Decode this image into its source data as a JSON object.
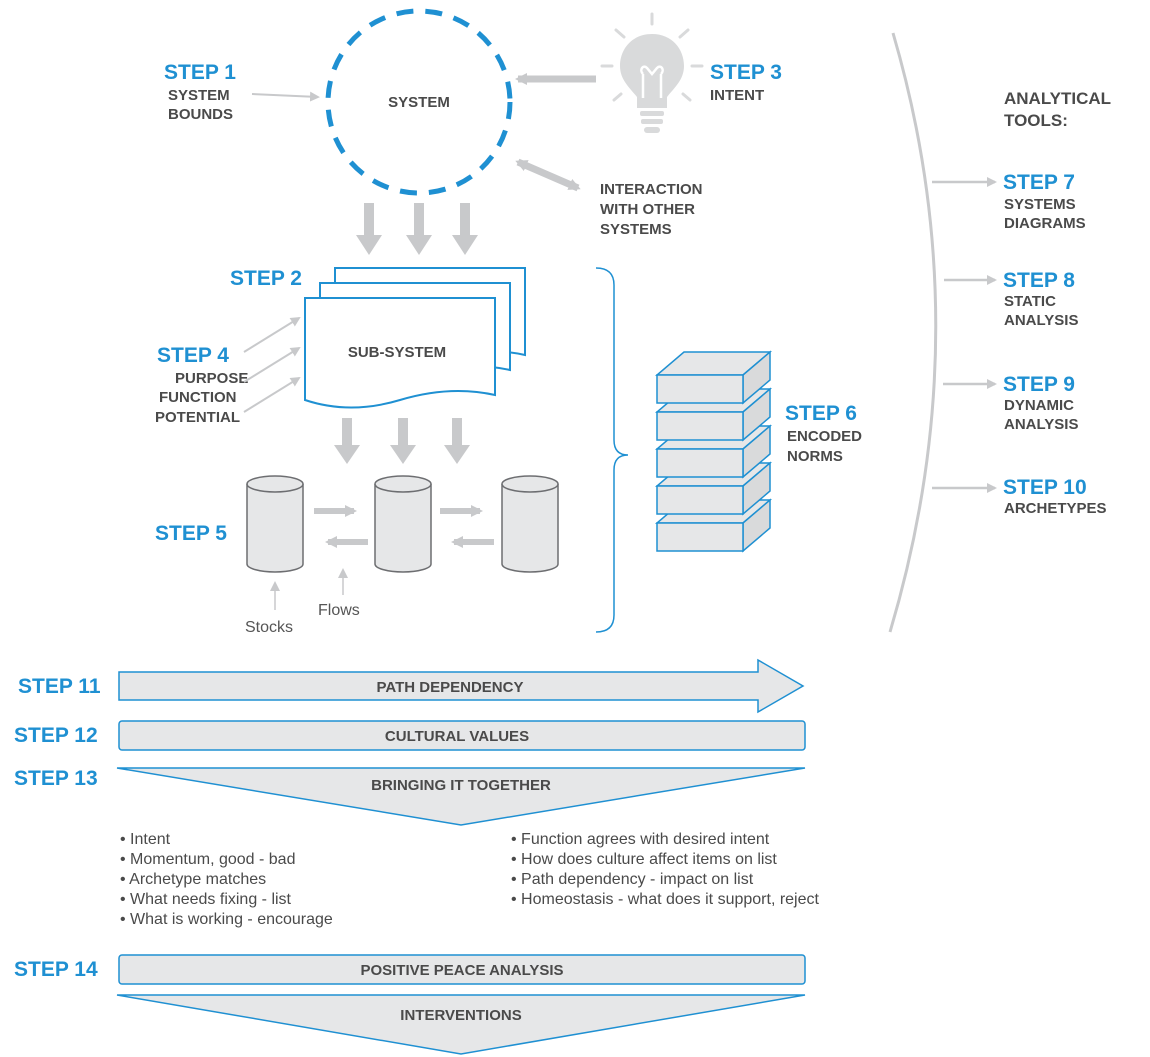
{
  "system": {
    "label": "SYSTEM"
  },
  "step1": {
    "step": "STEP 1",
    "line1": "SYSTEM",
    "line2": "BOUNDS"
  },
  "step3": {
    "step": "STEP 3",
    "line1": "INTENT"
  },
  "interaction": {
    "line1": "INTERACTION",
    "line2": "WITH OTHER",
    "line3": "SYSTEMS"
  },
  "step2": {
    "step": "STEP 2"
  },
  "subsystem": {
    "label": "SUB-SYSTEM"
  },
  "step4": {
    "step": "STEP 4",
    "line1": "PURPOSE",
    "line2": "FUNCTION",
    "line3": "POTENTIAL"
  },
  "step5": {
    "step": "STEP 5",
    "stocks": "Stocks",
    "flows": "Flows"
  },
  "step6": {
    "step": "STEP 6",
    "line1": "ENCODED",
    "line2": "NORMS"
  },
  "tools": {
    "heading1": "ANALYTICAL",
    "heading2": "TOOLS:",
    "items": [
      {
        "step": "STEP 7",
        "line1": "SYSTEMS",
        "line2": "DIAGRAMS"
      },
      {
        "step": "STEP 8",
        "line1": "STATIC",
        "line2": "ANALYSIS"
      },
      {
        "step": "STEP 9",
        "line1": "DYNAMIC",
        "line2": "ANALYSIS"
      },
      {
        "step": "STEP 10",
        "line1": "ARCHETYPES",
        "line2": ""
      }
    ]
  },
  "step11": {
    "step": "STEP 11",
    "label": "PATH DEPENDENCY"
  },
  "step12": {
    "step": "STEP 12",
    "label": "CULTURAL VALUES"
  },
  "step13": {
    "step": "STEP 13",
    "label": "BRINGING IT TOGETHER",
    "left_bullets": [
      "Intent",
      "Momentum, good - bad",
      "Archetype matches",
      "What needs fixing - list",
      "What is working - encourage"
    ],
    "right_bullets": [
      "Function agrees with desired intent",
      "How does culture affect items on list",
      "Path dependency - impact on list",
      "Homeostasis - what does it support, reject"
    ]
  },
  "step14": {
    "step": "STEP 14",
    "label": "POSITIVE PEACE ANALYSIS"
  },
  "interventions": {
    "label": "INTERVENTIONS"
  },
  "colors": {
    "accent": "#1f90d2",
    "text": "#4a4a4a",
    "fill": "#e6e7e8",
    "arrow": "#c8c9cb"
  },
  "icons": {
    "intent": "lightbulb-icon"
  }
}
